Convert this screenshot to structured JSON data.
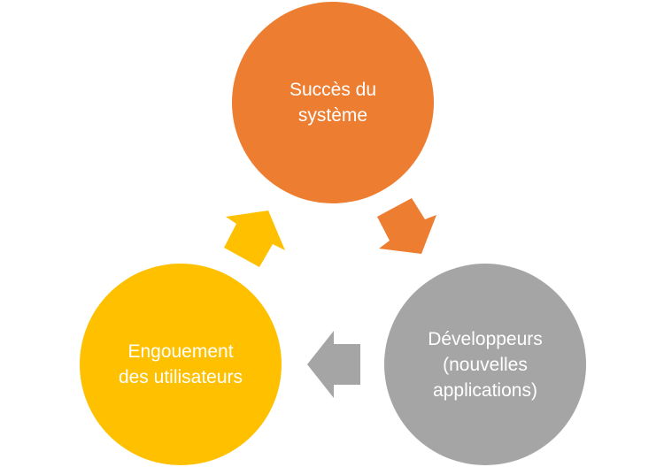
{
  "nodes": [
    {
      "id": "success",
      "label": "Succès du système",
      "color": "#ED7D31"
    },
    {
      "id": "developers",
      "label": "Développeurs (nouvelles applications)",
      "color": "#A5A5A5"
    },
    {
      "id": "users",
      "label": "Engouement des utilisateurs",
      "color": "#FFC000"
    }
  ],
  "edges": [
    {
      "from": "success",
      "to": "developers",
      "color": "#ED7D31"
    },
    {
      "from": "developers",
      "to": "users",
      "color": "#A5A5A5"
    },
    {
      "from": "users",
      "to": "success",
      "color": "#FFC000"
    }
  ]
}
